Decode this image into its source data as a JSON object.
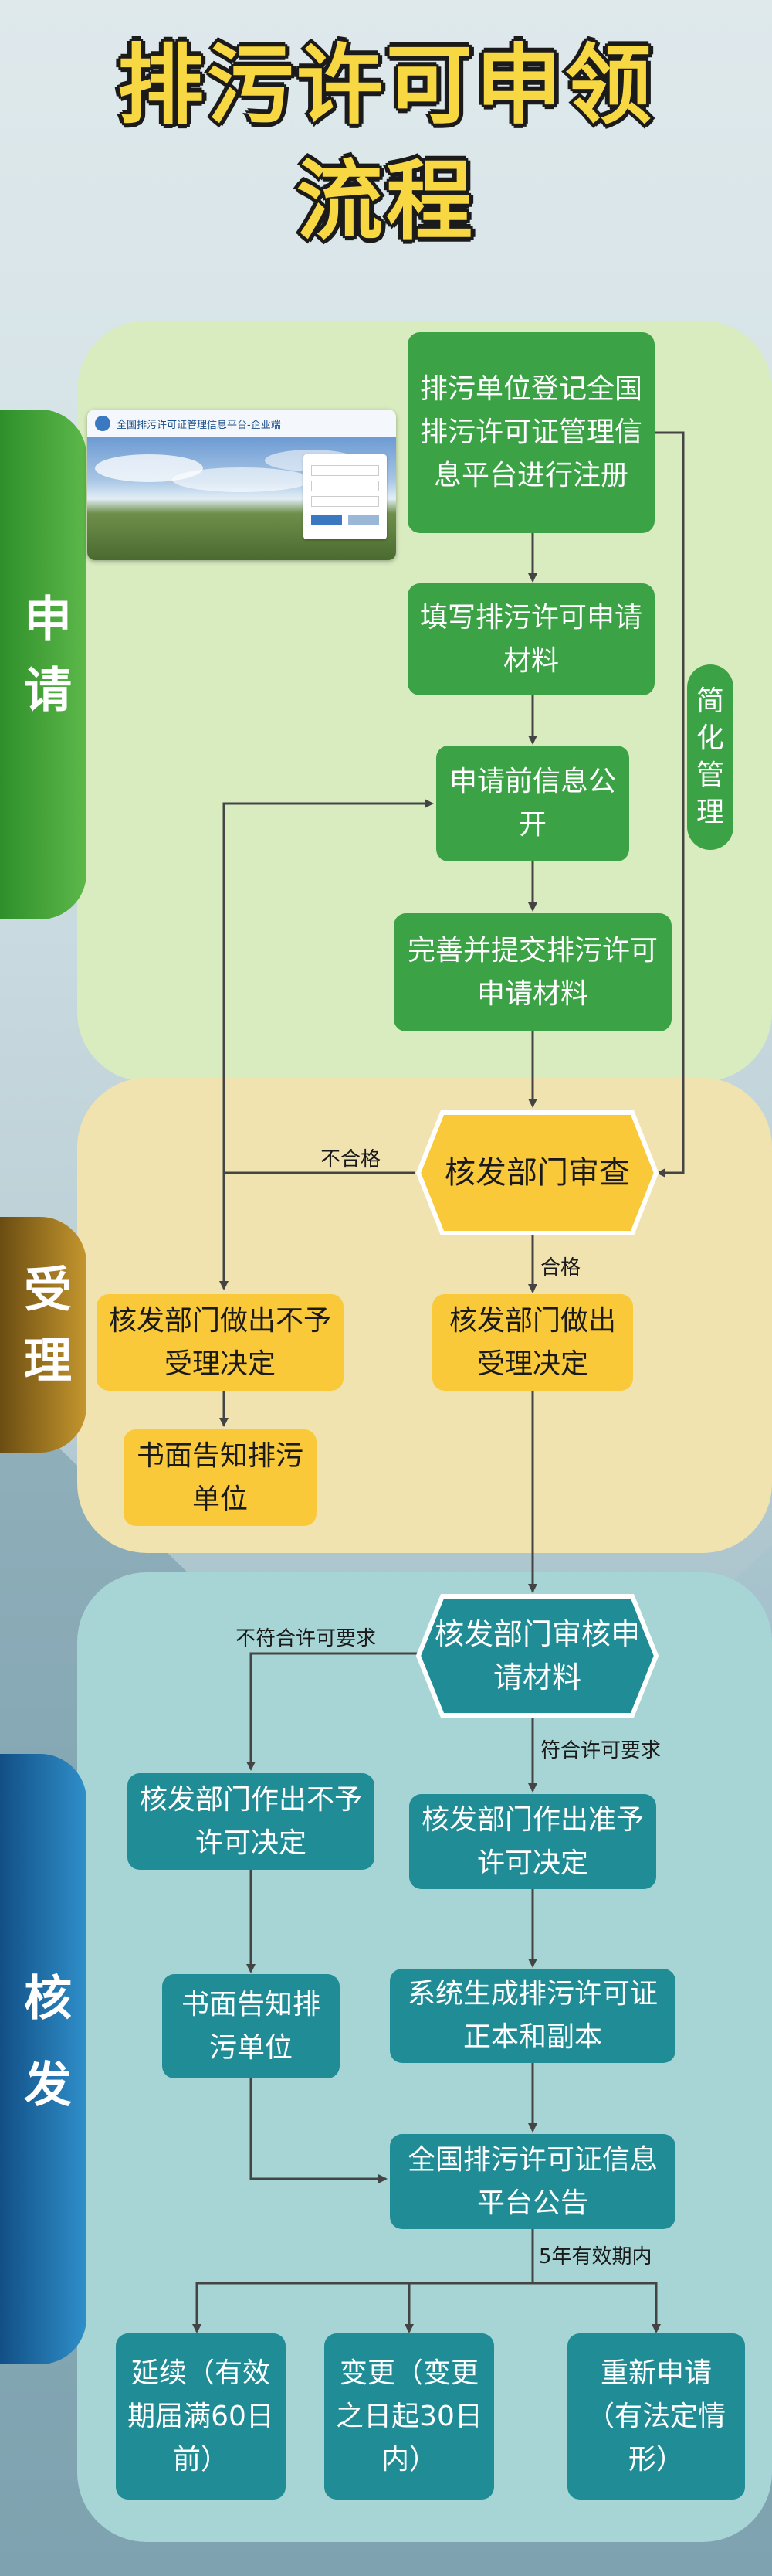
{
  "title": {
    "line1": "排污许可申领",
    "line2": "流程"
  },
  "sections": {
    "apply": "申请",
    "accept": "受理",
    "issue": "核发"
  },
  "screenshot": {
    "header_text": "全国排污许可证管理信息平台-企业端"
  },
  "nodes": {
    "register": "排污单位登记全国排污许可证管理信息平台进行注册",
    "fill": "填写排污许可申请材料",
    "disclose": "申请前信息公开",
    "submit": "完善并提交排污许可申请材料",
    "review": "核发部门审查",
    "reject_accept": "核发部门做出不予受理决定",
    "notify1": "书面告知排污单位",
    "accept": "核发部门做出受理决定",
    "audit": "核发部门审核申请材料",
    "deny": "核发部门作出不予许可决定",
    "notify2": "书面告知排污单位",
    "grant": "核发部门作出准予许可决定",
    "generate": "系统生成排污许可证正本和副本",
    "publish": "全国排污许可证信息平台公告",
    "extend": "延续（有效期届满60日前）",
    "change": "变更（变更之日起30日内）",
    "reapply": "重新申请（有法定情形）",
    "simplified": "简化管理"
  },
  "labels": {
    "fail": "不合格",
    "pass": "合格",
    "noncomply": "不符合许可要求",
    "comply": "符合许可要求",
    "validity": "5年有效期内"
  },
  "colors": {
    "green": "#3ba346",
    "yellow": "#f9c93a",
    "teal": "#1f8c96",
    "title": "#f7d842"
  }
}
